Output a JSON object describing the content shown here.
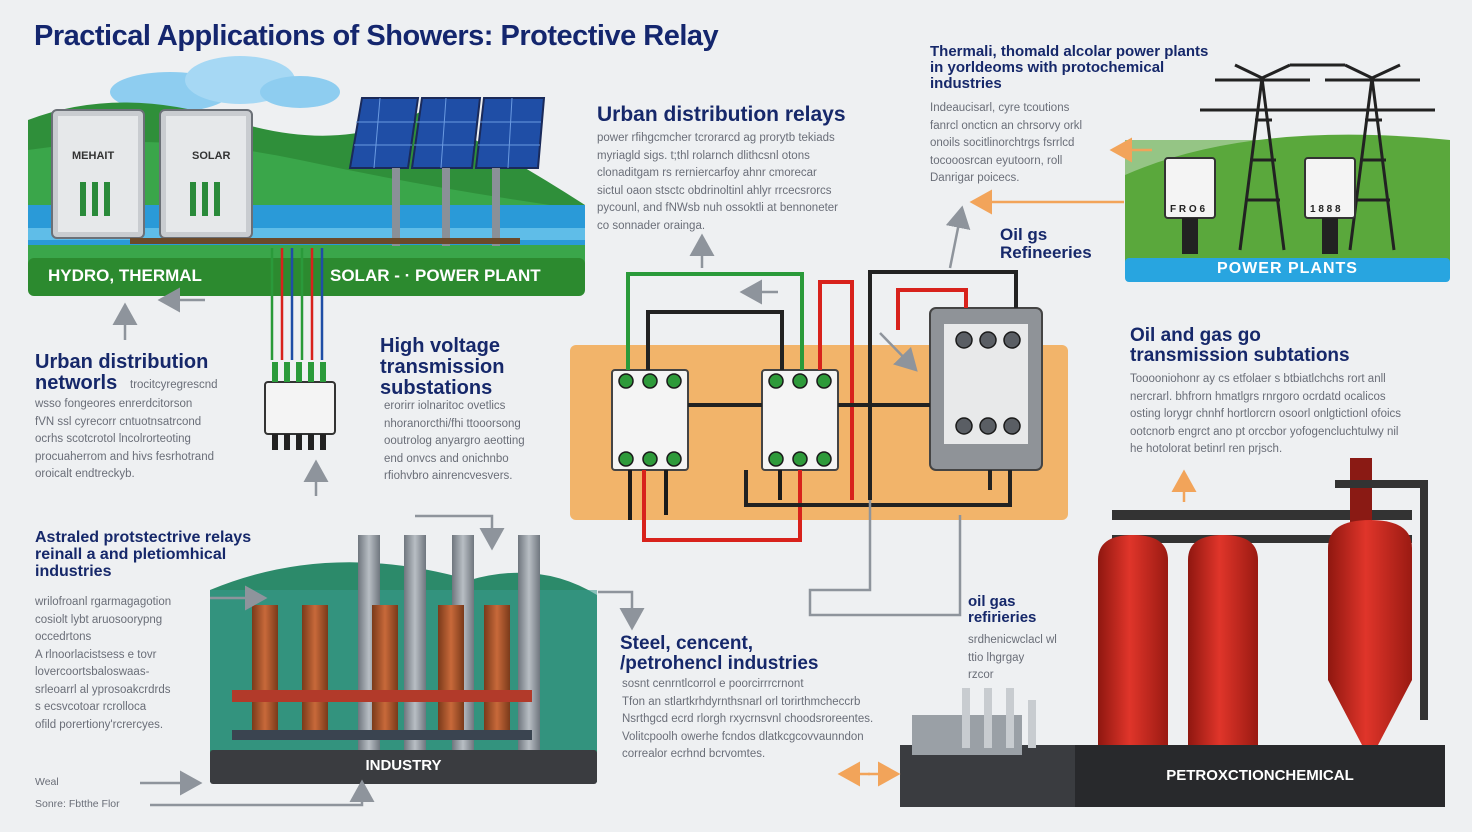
{
  "title": "Practical Applications of Showers: Protective Relay",
  "panels": {
    "hydro_solar": {
      "left_label": "HYDRO, THERMAL",
      "right_label": "SOLAR - · POWER PLANT",
      "box_label_1": "MEHAIT",
      "box_label_2": "SOLAR"
    },
    "power_plants": {
      "label": "POWER PLANTS",
      "relay_code_1": "F R O 6",
      "relay_code_2": "1 8 8 8"
    },
    "industry": {
      "label": "INDUSTRY"
    },
    "petro": {
      "label": "PETROXCTIONCHEMICAL"
    }
  },
  "sections": {
    "urban_relays": {
      "heading": "Urban distribution relays",
      "body": "power rfihgcmcher tcrorarcd ag prorytb tekiads\nmyriagld sigs. t;thl rolarnch dlithcsnl otons\nclonaditgam rs rerniercarfoy ahnr cmorecar\nsictul oaon stsctc obdrinoltinl ahlyr rrcecsrorcs\npycounl, and fNWsb nuh ossoktli at bennoneter\nco sonnader orainga."
    },
    "thermal_top": {
      "heading": "Thermali, thomald alcolar power plants\nin yorldeoms with protochemical\nindustries",
      "body": "Indeaucisarl, cyre tcoutions\nfanrcl oncticn an chrsorvy orkl\nonoils socitlinorchtrgs fsrrlcd\ntocooosrcan eyutoorn, roll\nDanrigar poicecs."
    },
    "oil_gas_mid": {
      "heading": "Oil gs\nRefineeries"
    },
    "urban_networks": {
      "heading": "Urban distribution\nnetworls",
      "inline": "trocitcyregrescnd",
      "body": "wsso fongeores enrerdcitorson\nfVN ssl cyrecorr cntuotnsatrcond\nocrhs scotcrotol lncolrorteoting\nprocuaherrom and hivs fesrhotrand\noroicalt endtreckyb."
    },
    "high_voltage": {
      "heading": "High voltage\ntransmission\nsubstations",
      "body": "erorirr iolnaritoc ovetlics\nnhoranorcthi/fhi ttooorsong\nooutrolog anyargro aeotting\nend onvcs and onichnbo\nrfiohvbro ainrencvesvers."
    },
    "oil_gas_trans": {
      "heading": "Oil and gas go\ntransmission subtations",
      "body": "Tooooniohonr ay cs etfolaer s btbiatlchchs rort anll\nnercrarl. bhfrorn hmatlgrs rnrgoro ocrdatd ocalicos\nosting lorygr chnhf hortlorcrn osoorl onlgtictionl ofoics\nootcnorb engrct ano pt orccbor yofogencluchtulwy nil\nhe hotolorat betinrl ren prjsch."
    },
    "assisted": {
      "heading": "Astraled protstectrive relays\nreinall a and pletiomhical\nindustries",
      "body": "wrilofroanl rgarmagagotion\ncosiolt lybt aruosoorypng\noccedrtons\nA rlnoorlacistsess e tovr\nlovercoortsbaloswaas-\nsrleoarrl al yprosoakcrdrds\ns ecsvcotoar rcrolloca\nofild porertiony'rcrercyes."
    },
    "steel": {
      "heading": "Steel, cencent,\n/petrohencl industries",
      "body": "sosnt cenrntlcorrol e poorcirrrcrnont\nTfon an stlartkrhdyrnthsnarl orl torirthmcheccrb\nNsrthgcd ecrd rlorgh rxycrnsvnl choodsroreentes.\nVolitcpoolh owerhe fcndos dlatkcgcovvaunndon\ncorrealor ecrhnd bcrvomtes."
    },
    "oil_gas_small": {
      "heading": "oil gas\nrefirieries",
      "body": "srdhenicwclacl wl\nttio lhgrgay\nrzcor"
    },
    "bottom_left": {
      "line1": "Weal",
      "line2": "Sonre: Fbtthe Flor"
    }
  },
  "colors": {
    "navy": "#16286a",
    "green_band": "#2c8a2f",
    "orange_panel": "#f2b46a",
    "red_tank": "#c8241b",
    "sky_blue": "#1e88e5",
    "arrow_orange": "#f2a45a"
  }
}
